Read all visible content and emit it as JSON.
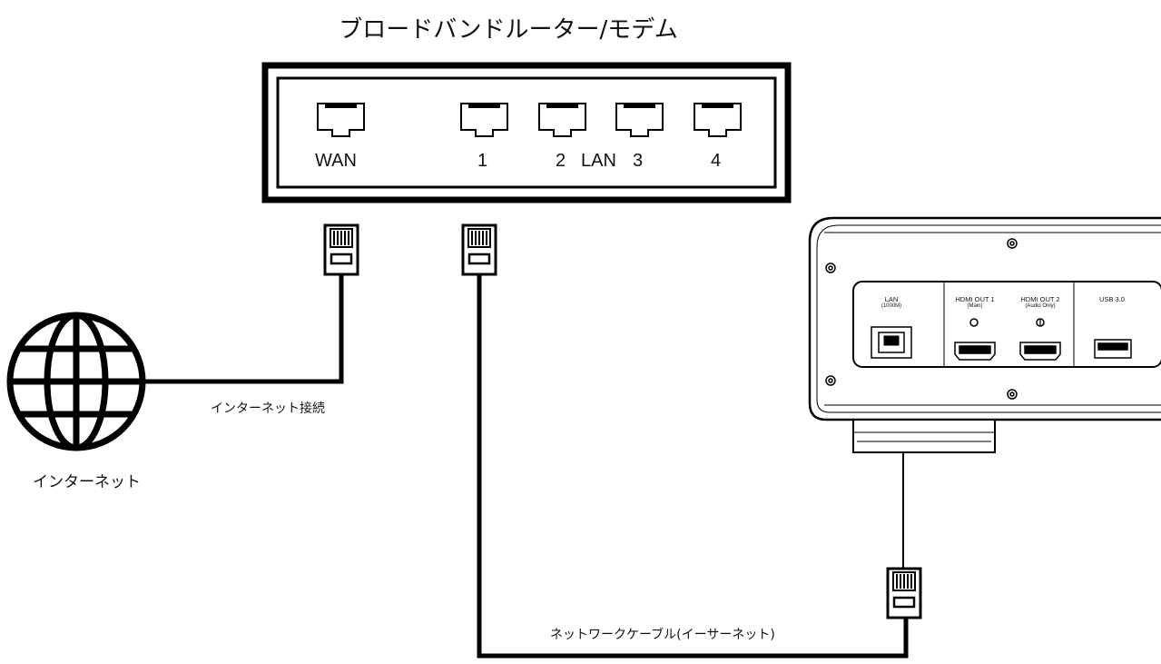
{
  "router": {
    "title": "ブロードバンドルーター/モデム",
    "wan_label": "WAN",
    "lan_word": "LAN",
    "lan_ports": [
      "1",
      "2",
      "3",
      "4"
    ]
  },
  "internet": {
    "label": "インターネット",
    "connection_label": "インターネット接続"
  },
  "cable": {
    "label": "ネットワークケーブル(イーサーネット)"
  },
  "device": {
    "lan_label": "LAN",
    "lan_sub": "(1000M)",
    "hdmi1_label": "HDMI OUT 1",
    "hdmi1_sub": "(Main)",
    "hdmi2_label": "HDMI OUT 2",
    "hdmi2_sub": "(Audio Only)",
    "usb_label": "USB 3.0"
  },
  "icons": [
    "globe-icon",
    "rj45-plug-icon",
    "ethernet-port-icon",
    "hdmi-port-icon",
    "usb-port-icon",
    "screw-icon"
  ]
}
